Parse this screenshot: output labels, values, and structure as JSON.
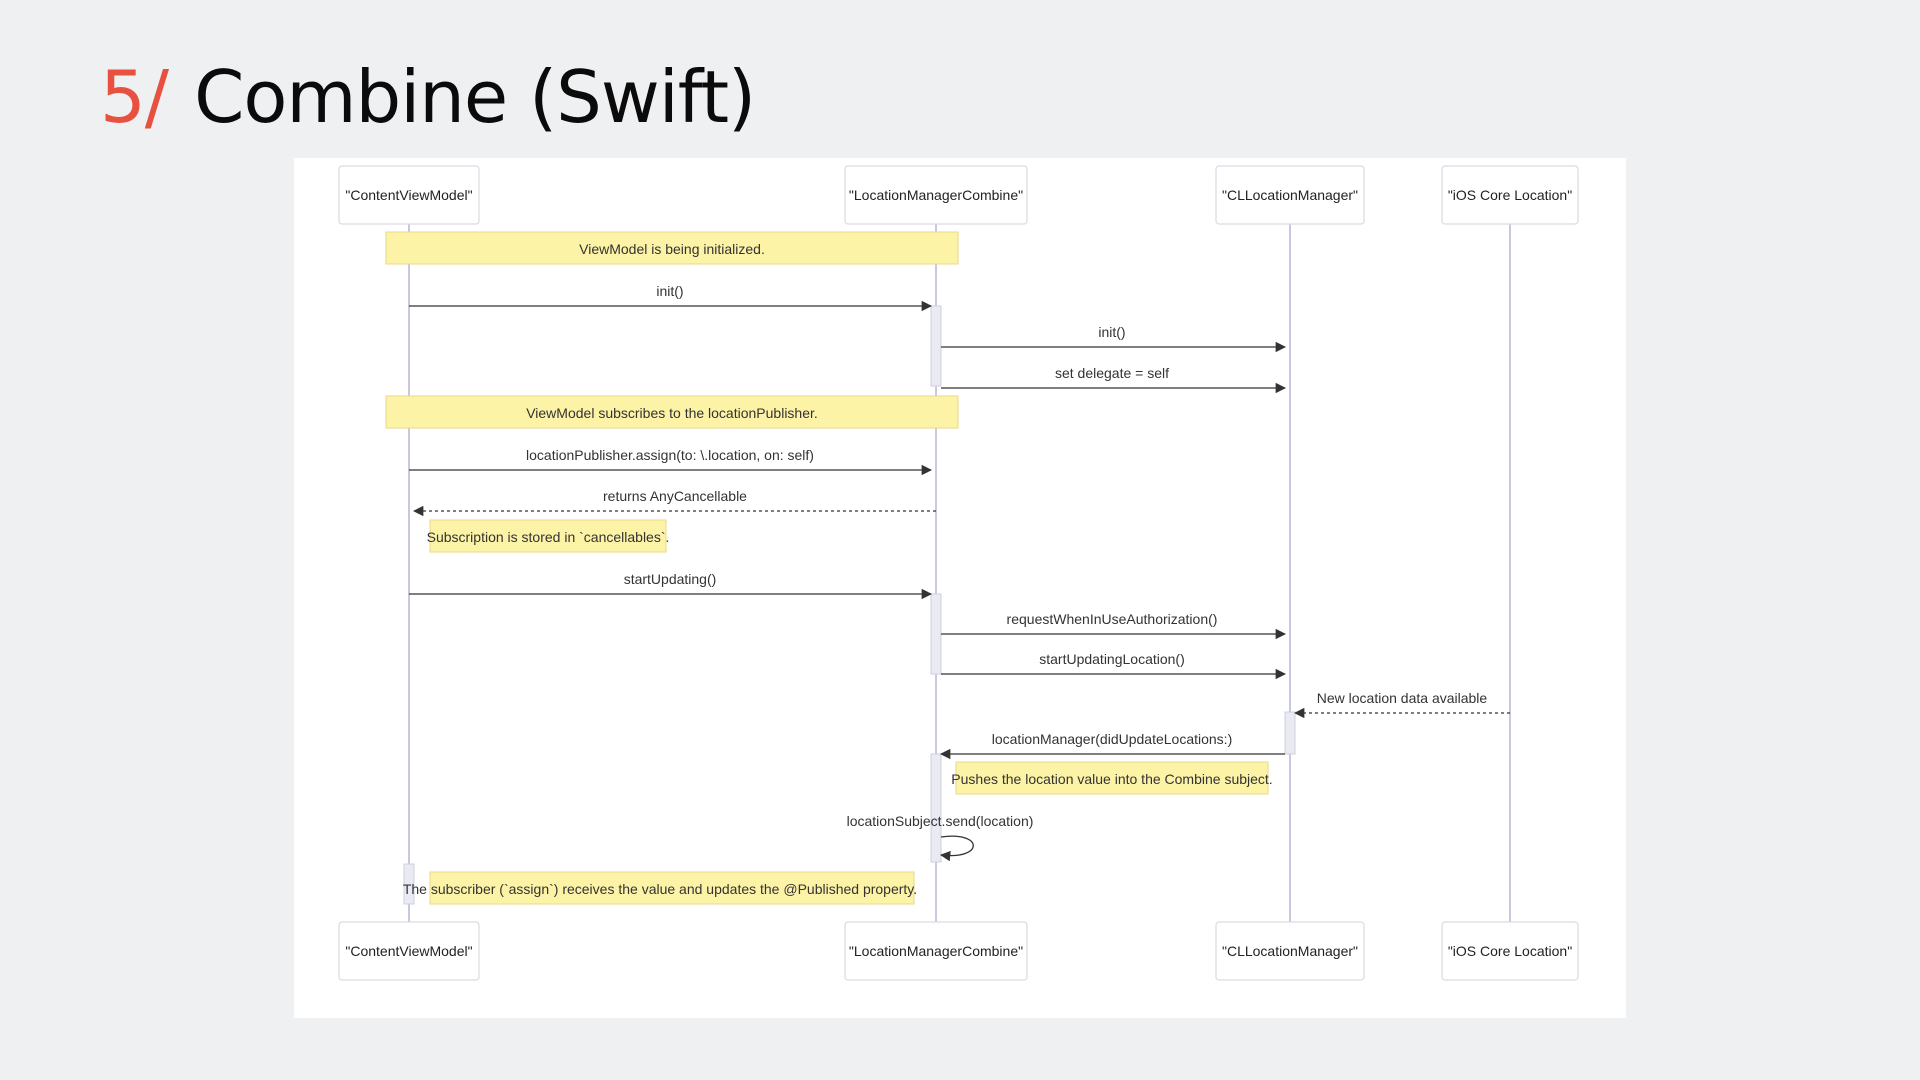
{
  "slide": {
    "number": "5/",
    "title": "Combine (Swift)"
  },
  "colors": {
    "accent": "#e8513f",
    "background": "#eff0f2",
    "note_fill": "#fdf3a6",
    "lifeline": "#c8c8e2"
  },
  "diagram": {
    "actors": [
      "\"ContentViewModel\"",
      "\"LocationManagerCombine\"",
      "\"CLLocationManager\"",
      "\"iOS Core Location\""
    ],
    "notes": [
      "ViewModel is being initialized.",
      "ViewModel subscribes to the locationPublisher.",
      "Subscription is stored in `cancellables`.",
      "Pushes the location value into the Combine subject.",
      "The subscriber (`assign`) receives the value and updates the @Published property."
    ],
    "messages": [
      "init()",
      "init()",
      "set delegate = self",
      "locationPublisher.assign(to: \\.location, on: self)",
      "returns AnyCancellable",
      "startUpdating()",
      "requestWhenInUseAuthorization()",
      "startUpdatingLocation()",
      "New location data available",
      "locationManager(didUpdateLocations:)",
      "locationSubject.send(location)"
    ]
  }
}
